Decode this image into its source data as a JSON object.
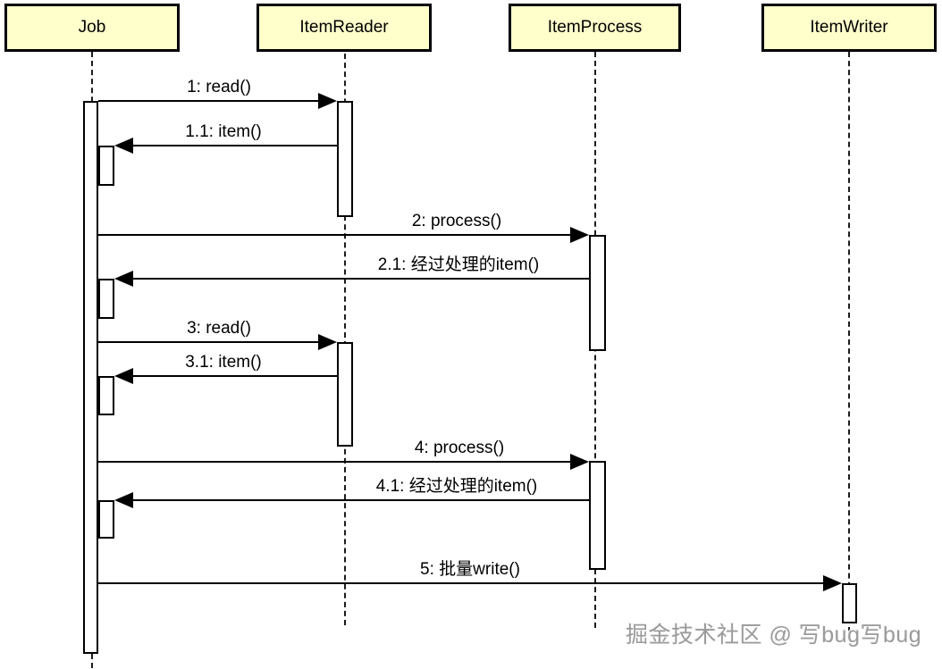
{
  "diagram": {
    "type": "uml-sequence-diagram",
    "actors": [
      {
        "name": "Job"
      },
      {
        "name": "ItemReader"
      },
      {
        "name": "ItemProcess"
      },
      {
        "name": "ItemWriter"
      }
    ],
    "messages": [
      {
        "seq": "1",
        "label": "1: read()",
        "from": "Job",
        "to": "ItemReader"
      },
      {
        "seq": "1.1",
        "label": "1.1: item()",
        "from": "ItemReader",
        "to": "Job"
      },
      {
        "seq": "2",
        "label": "2: process()",
        "from": "Job",
        "to": "ItemProcess"
      },
      {
        "seq": "2.1",
        "label": "2.1: 经过处理的item()",
        "from": "ItemProcess",
        "to": "Job"
      },
      {
        "seq": "3",
        "label": "3: read()",
        "from": "Job",
        "to": "ItemReader"
      },
      {
        "seq": "3.1",
        "label": "3.1: item()",
        "from": "ItemReader",
        "to": "Job"
      },
      {
        "seq": "4",
        "label": "4: process()",
        "from": "Job",
        "to": "ItemProcess"
      },
      {
        "seq": "4.1",
        "label": "4.1: 经过处理的item()",
        "from": "ItemProcess",
        "to": "Job"
      },
      {
        "seq": "5",
        "label": "5: 批量write()",
        "from": "Job",
        "to": "ItemWriter"
      }
    ],
    "watermark": "掘金技术社区 @ 写bug写bug",
    "colors": {
      "actor_fill": "#FFFFCC",
      "line": "#000000",
      "background": "#FFFFFF",
      "watermark": "#9B9B9B"
    }
  }
}
